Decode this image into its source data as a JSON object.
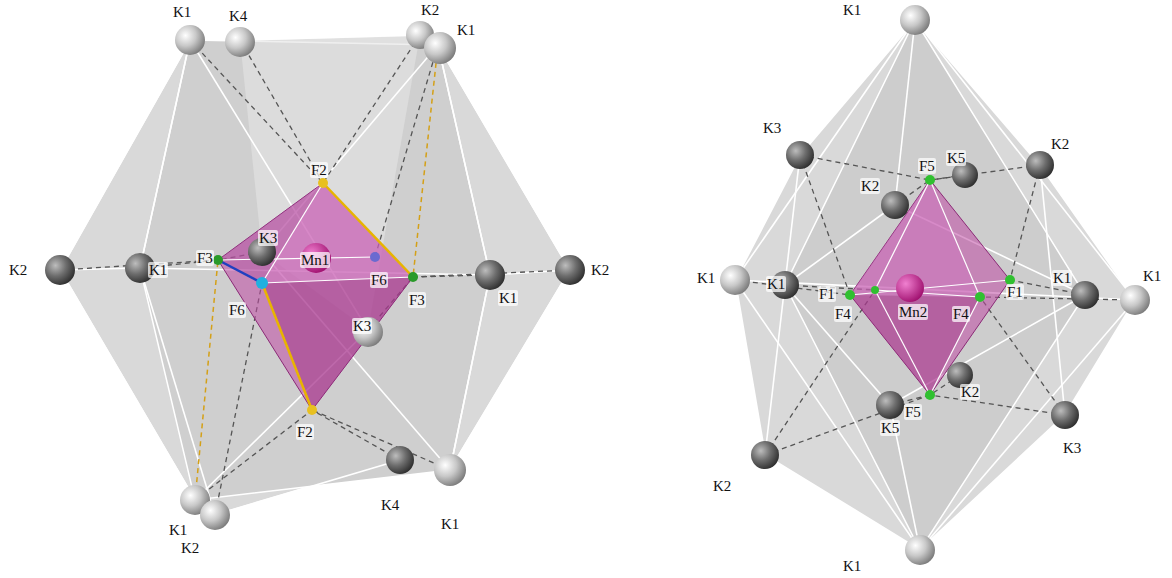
{
  "diagram": {
    "labels": [
      "K1",
      "K4",
      "K2",
      "K1",
      "F2",
      "K3",
      "K2",
      "K1",
      "F3",
      "Mn1",
      "F6",
      "F3",
      "K1",
      "K2",
      "F6",
      "K3",
      "F2",
      "K1",
      "K2",
      "K4",
      "K1",
      "K1",
      "K3",
      "F5",
      "K5",
      "K2",
      "K2",
      "K1",
      "K1",
      "F4",
      "F1",
      "Mn2",
      "F4",
      "F1",
      "K1",
      "K1",
      "K2",
      "F5",
      "K2",
      "K5",
      "K3",
      "K1"
    ]
  }
}
